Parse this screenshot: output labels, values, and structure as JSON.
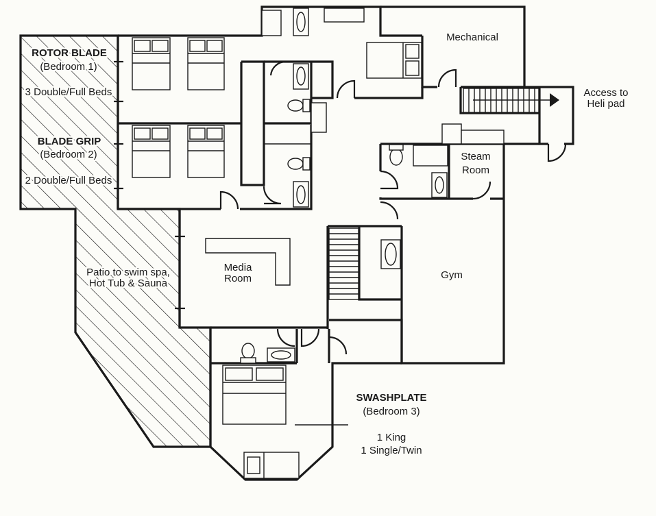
{
  "rooms": {
    "bedroom1": {
      "name": "ROTOR BLADE",
      "sub": "(Bedroom 1)",
      "beds": "3 Double/Full Beds"
    },
    "bedroom2": {
      "name": "BLADE GRIP",
      "sub": "(Bedroom 2)",
      "beds": "2 Double/Full Beds"
    },
    "bedroom3": {
      "name": "SWASHPLATE",
      "sub": "(Bedroom 3)",
      "bed_line1": "1 King",
      "bed_line2": "1 Single/Twin"
    },
    "mechanical": "Mechanical",
    "access": {
      "line1": "Access to",
      "line2": "Heli pad"
    },
    "steam": {
      "line1": "Steam",
      "line2": "Room"
    },
    "media": {
      "line1": "Media",
      "line2": "Room"
    },
    "gym": "Gym",
    "patio": {
      "line1": "Patio to swim spa,",
      "line2": "Hot Tub & Sauna"
    }
  }
}
